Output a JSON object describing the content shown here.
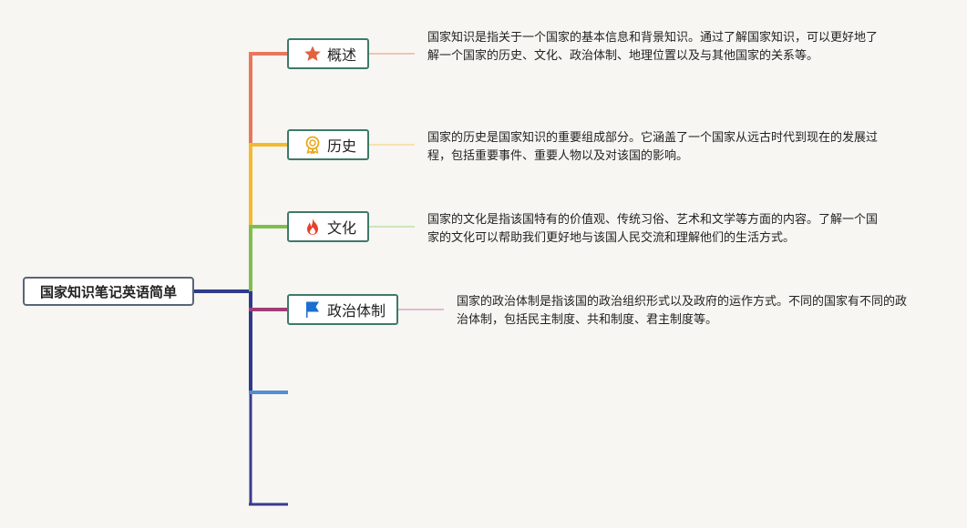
{
  "root": {
    "title": "国家知识笔记英语简单"
  },
  "topics": [
    {
      "label": "概述",
      "icon": "star-icon",
      "color": "#e8765c",
      "description": "国家知识是指关于一个国家的基本信息和背景知识。通过了解国家知识，可以更好地了解一个国家的历史、文化、政治体制、地理位置以及与其他国家的关系等。"
    },
    {
      "label": "历史",
      "icon": "medal-icon",
      "color": "#f5b92d",
      "description": "国家的历史是国家知识的重要组成部分。它涵盖了一个国家从远古时代到现在的发展过程，包括重要事件、重要人物以及对该国的影响。"
    },
    {
      "label": "文化",
      "icon": "fire-icon",
      "color": "#7cbf4e",
      "description": "国家的文化是指该国特有的价值观、传统习俗、艺术和文学等方面的内容。了解一个国家的文化可以帮助我们更好地与该国人民交流和理解他们的生活方式。"
    },
    {
      "label": "政治体制",
      "icon": "flag-icon",
      "color": "#a03c78",
      "description": "国家的政治体制是指该国的政治组织形式以及政府的运作方式。不同的国家有不同的政治体制，包括民主制度、共和制度、君主制度等。"
    }
  ],
  "empty_branch_colors": [
    "#4f8fd4",
    "#3a3a8c"
  ],
  "trunk_color": "#2e3a8c"
}
